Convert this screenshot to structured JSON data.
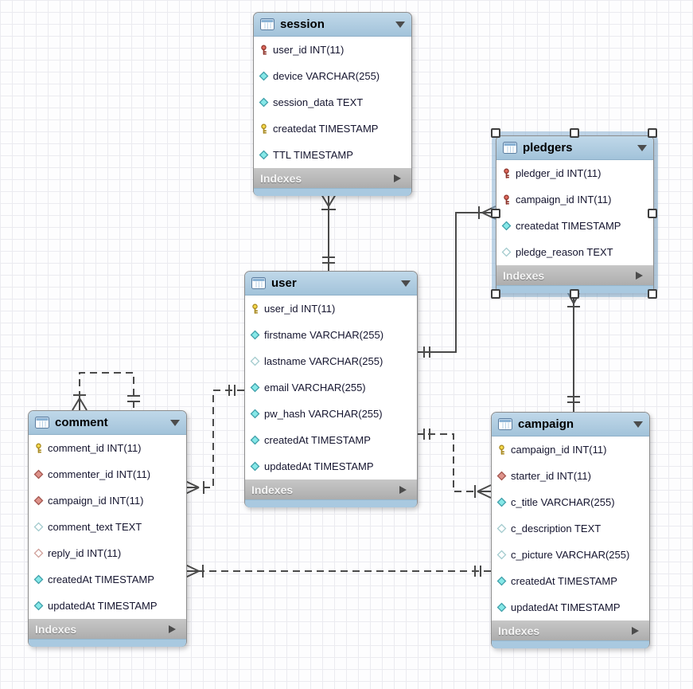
{
  "diagram": {
    "colors": {
      "table_header": "#aecbdd",
      "table_footer": "#b5b5b5",
      "table_bottom_strip": "#a9c9e0",
      "relationship_line": "#4a4a4a",
      "primary_key_icon": "#f6da4c",
      "primary_foreign_key_icon": "#e06a5e",
      "not_null_column_icon": "#86e8e8",
      "foreign_key_column_icon": "#de938b"
    },
    "tables": [
      {
        "id": "session",
        "name": "session",
        "footer_label": "Indexes",
        "selected": false,
        "columns": [
          {
            "icon": "key-red",
            "text": "user_id INT(11)"
          },
          {
            "icon": "diamond-teal",
            "text": "device VARCHAR(255)"
          },
          {
            "icon": "diamond-teal",
            "text": "session_data TEXT"
          },
          {
            "icon": "key-yellow",
            "text": "createdat TIMESTAMP"
          },
          {
            "icon": "diamond-teal",
            "text": "TTL TIMESTAMP"
          }
        ]
      },
      {
        "id": "user",
        "name": "user",
        "footer_label": "Indexes",
        "selected": false,
        "columns": [
          {
            "icon": "key-yellow",
            "text": "user_id INT(11)"
          },
          {
            "icon": "diamond-teal",
            "text": "firstname VARCHAR(255)"
          },
          {
            "icon": "diamond-hollow",
            "text": "lastname VARCHAR(255)"
          },
          {
            "icon": "diamond-teal",
            "text": "email VARCHAR(255)"
          },
          {
            "icon": "diamond-teal",
            "text": "pw_hash VARCHAR(255)"
          },
          {
            "icon": "diamond-teal",
            "text": "createdAt TIMESTAMP"
          },
          {
            "icon": "diamond-teal",
            "text": "updatedAt TIMESTAMP"
          }
        ]
      },
      {
        "id": "pledgers",
        "name": "pledgers",
        "footer_label": "Indexes",
        "selected": true,
        "columns": [
          {
            "icon": "key-red",
            "text": "pledger_id INT(11)"
          },
          {
            "icon": "key-red",
            "text": "campaign_id INT(11)"
          },
          {
            "icon": "diamond-teal",
            "text": "createdat TIMESTAMP"
          },
          {
            "icon": "diamond-hollow",
            "text": "pledge_reason TEXT"
          }
        ]
      },
      {
        "id": "comment",
        "name": "comment",
        "footer_label": "Indexes",
        "selected": false,
        "columns": [
          {
            "icon": "key-yellow",
            "text": "comment_id INT(11)"
          },
          {
            "icon": "diamond-red",
            "text": "commenter_id INT(11)"
          },
          {
            "icon": "diamond-red",
            "text": "campaign_id INT(11)"
          },
          {
            "icon": "diamond-hollow",
            "text": "comment_text TEXT"
          },
          {
            "icon": "diamond-red-hollow",
            "text": "reply_id INT(11)"
          },
          {
            "icon": "diamond-teal",
            "text": "createdAt TIMESTAMP"
          },
          {
            "icon": "diamond-teal",
            "text": "updatedAt TIMESTAMP"
          }
        ]
      },
      {
        "id": "campaign",
        "name": "campaign",
        "footer_label": "Indexes",
        "selected": false,
        "columns": [
          {
            "icon": "key-yellow",
            "text": "campaign_id INT(11)"
          },
          {
            "icon": "diamond-red",
            "text": "starter_id INT(11)"
          },
          {
            "icon": "diamond-teal",
            "text": "c_title VARCHAR(255)"
          },
          {
            "icon": "diamond-hollow",
            "text": "c_description TEXT"
          },
          {
            "icon": "diamond-hollow",
            "text": "c_picture VARCHAR(255)"
          },
          {
            "icon": "diamond-teal",
            "text": "createdAt TIMESTAMP"
          },
          {
            "icon": "diamond-teal",
            "text": "updatedAt TIMESTAMP"
          }
        ]
      }
    ],
    "relationships": [
      {
        "id": "session_user",
        "line": "solid",
        "many_end": "session",
        "one_end": "user"
      },
      {
        "id": "pledgers_user",
        "line": "solid",
        "many_end": "pledgers",
        "one_end": "user"
      },
      {
        "id": "pledgers_campaign",
        "line": "solid",
        "many_end": "pledgers",
        "one_end": "campaign"
      },
      {
        "id": "comment_user",
        "line": "dashed",
        "many_end": "comment",
        "one_end": "user"
      },
      {
        "id": "comment_comment",
        "line": "dashed",
        "many_end": "comment",
        "one_end": "comment"
      },
      {
        "id": "campaign_user",
        "line": "dashed",
        "many_end": "campaign",
        "one_end": "user"
      },
      {
        "id": "comment_campaign",
        "line": "dashed",
        "many_end": "comment",
        "one_end": "campaign"
      }
    ]
  }
}
